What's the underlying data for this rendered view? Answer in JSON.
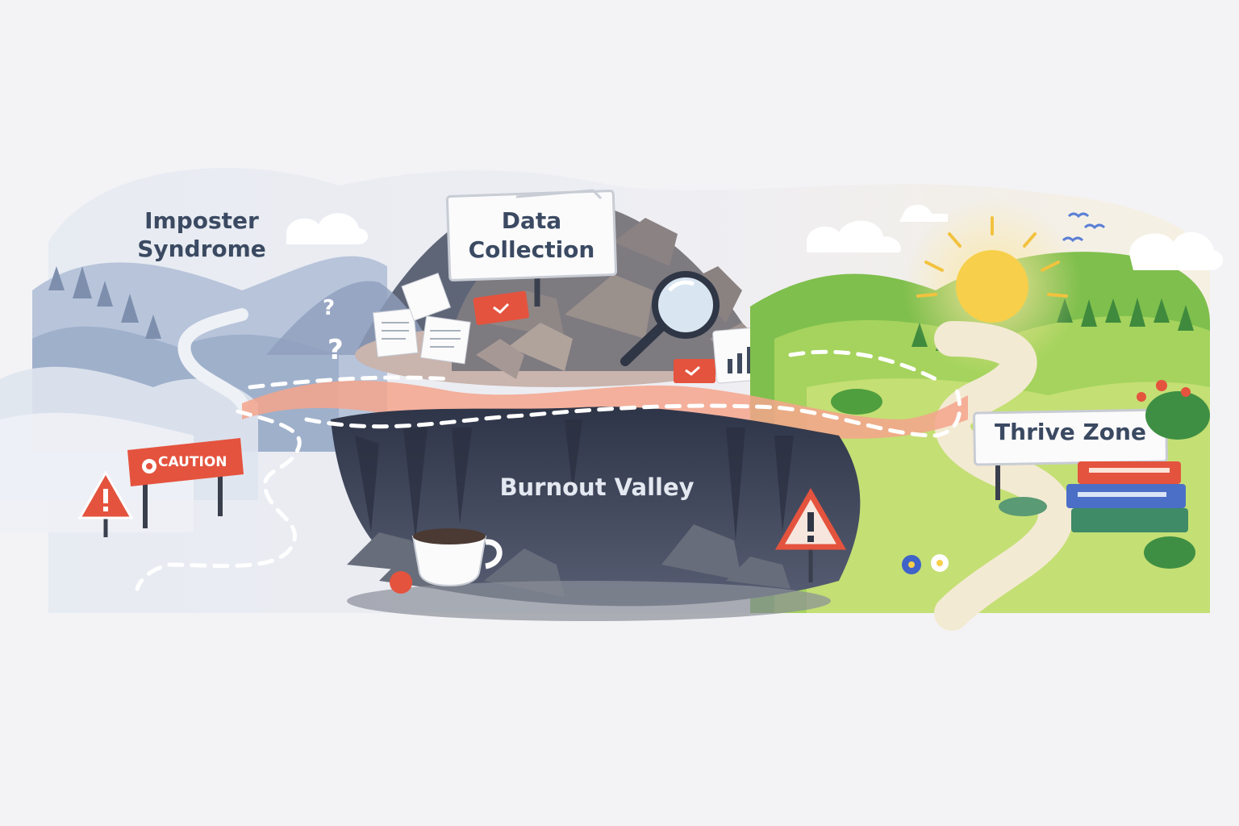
{
  "regions": {
    "imposter": {
      "line1": "Imposter",
      "line2": "Syndrome"
    },
    "data_collection": {
      "line1": "Data",
      "line2": "Collection"
    },
    "burnout": {
      "title": "Burnout Valley"
    },
    "thrive": {
      "title": "Thrive Zone"
    }
  },
  "signs": {
    "caution": "CAUTION"
  },
  "colors": {
    "background": "#f3f3f6",
    "fog": "#c9d3e3",
    "path": "#f4a58c",
    "abyss": "#3a4256",
    "grass": "#8cc34a",
    "caution": "#e8543e",
    "sun": "#f7cf4a",
    "text": "#3b4a62"
  }
}
